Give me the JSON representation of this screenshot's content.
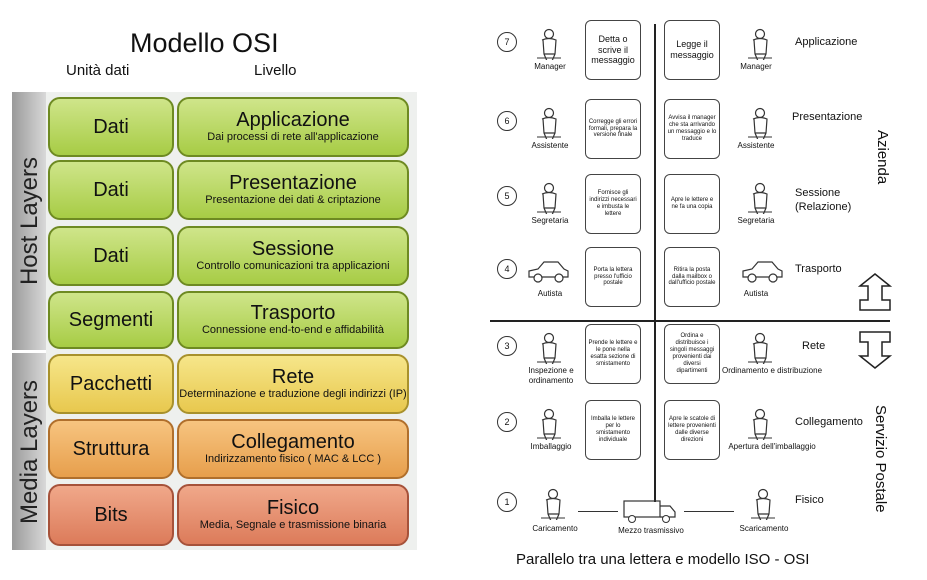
{
  "left": {
    "title": "Modello  OSI",
    "unit_header": "Unità dati",
    "level_header": "Livello",
    "host_label": "Host Layers",
    "media_label": "Media Layers",
    "layers": [
      {
        "unit": "Dati",
        "name": "Applicazione",
        "desc": "Dai processi di rete all'applicazione",
        "color": "#b7d65a"
      },
      {
        "unit": "Dati",
        "name": "Presentazione",
        "desc": "Presentazione dei dati & criptazione",
        "color": "#b7d65a"
      },
      {
        "unit": "Dati",
        "name": "Sessione",
        "desc": "Controllo comunicazioni tra applicazioni",
        "color": "#b7d65a"
      },
      {
        "unit": "Segmenti",
        "name": "Trasporto",
        "desc": "Connessione end-to-end e affidabilità",
        "color": "#b7d65a"
      },
      {
        "unit": "Pacchetti",
        "name": "Rete",
        "desc": "Determinazione e traduzione degli indirizzi (IP)",
        "color": "#f0d868"
      },
      {
        "unit": "Struttura",
        "name": "Collegamento",
        "desc": "Indirizzamento fisico ( MAC & LCC )",
        "color": "#efb066"
      },
      {
        "unit": "Bits",
        "name": "Fisico",
        "desc": "Media, Segnale e trasmissione binaria",
        "color": "#e58f6d"
      }
    ]
  },
  "right": {
    "caption": "Parallelo tra una lettera e modello ISO - OSI",
    "azienda": "Azienda",
    "servizio": "Servizio Postale",
    "rows": [
      {
        "num": "7",
        "left_fig": "Manager",
        "left_box": "Detta o scrive il messaggio",
        "right_box": "Legge il messaggio",
        "right_fig": "Manager",
        "layer": "Applicazione"
      },
      {
        "num": "6",
        "left_fig": "Assistente",
        "left_box": "Corregge gli errori formali, prepara la versione finale",
        "right_box": "Avvisa il manager che sta arrivando un messaggio e lo traduce",
        "right_fig": "Assistente",
        "layer": "Presentazione"
      },
      {
        "num": "5",
        "left_fig": "Segretaria",
        "left_box": "Fornisce gli indirizzi necessari e imbusta le lettere",
        "right_box": "Apre le lettere e ne fa una copia",
        "right_fig": "Segretaria",
        "layer": "Sessione\n(Relazione)"
      },
      {
        "num": "4",
        "left_fig": "Autista",
        "left_box": "Porta la lettera presso l'ufficio postale",
        "right_box": "Ritira la posta dalla mailbox o dall'ufficio postale",
        "right_fig": "Autista",
        "layer": "Trasporto"
      },
      {
        "num": "3",
        "left_fig": "Inspezione e ordinamento",
        "left_box": "Prende le lettere e le pone nella esatta sezione di smistamento",
        "right_box": "Ordina e distribuisce i singoli messaggi provenienti dai diversi dipartimenti",
        "right_fig": "Ordinamento e distribuzione",
        "layer": "Rete"
      },
      {
        "num": "2",
        "left_fig": "Imballaggio",
        "left_box": "Imballa le lettere per lo smistamento individuale",
        "right_box": "Apre le scatole di lettere provenienti dalle diverse direzioni",
        "right_fig": "Apertura dell'imballaggio",
        "layer": "Collegamento"
      },
      {
        "num": "1",
        "left_fig": "Caricamento",
        "middle_fig": "Mezzo trasmissivo",
        "right_fig": "Scaricamento",
        "layer": "Fisico"
      }
    ]
  }
}
